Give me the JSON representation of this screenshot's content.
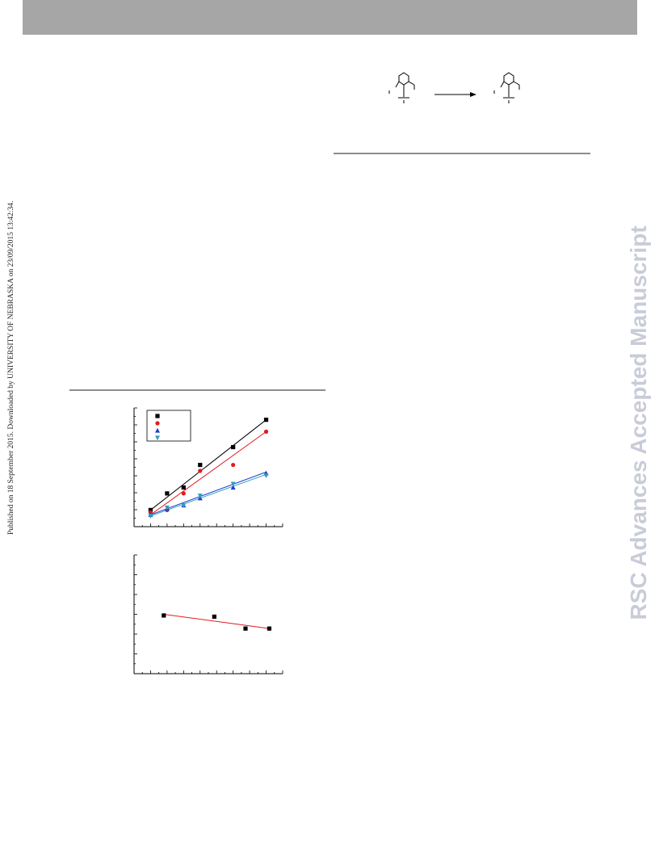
{
  "side_note": "Published on 18 September 2015. Downloaded by UNIVERSITY OF NEBRASKA on 23/09/2015 13:42:34.",
  "watermark": "RSC Advances Accepted Manuscript",
  "colors": {
    "header_bar": "#a6a6a6",
    "watermark": "#c9ccd8",
    "series_black": "#000000",
    "series_red": "#e41a1c",
    "series_blue": "#1f3fd1",
    "series_teal": "#2aa0b8",
    "fit_red": "#e41a1c",
    "fit_blue": "#1f3fd1"
  },
  "chart_data": [
    {
      "type": "scatter",
      "grid": false,
      "legend_position": "top-left",
      "xlim": [
        0,
        9
      ],
      "ylim": [
        0,
        10
      ],
      "series": [
        {
          "marker": "square",
          "color": "#000000",
          "x": [
            1,
            2,
            3,
            4,
            6,
            8
          ],
          "y": [
            1.4,
            2.8,
            3.3,
            5.2,
            6.7,
            9.0
          ],
          "fit": [
            [
              1,
              1.4
            ],
            [
              8,
              9.0
            ]
          ]
        },
        {
          "marker": "circle",
          "color": "#e41a1c",
          "x": [
            1,
            2,
            3,
            4,
            6,
            8
          ],
          "y": [
            1.2,
            1.4,
            2.8,
            4.7,
            5.2,
            8.0
          ],
          "fit": [
            [
              1,
              1.0
            ],
            [
              8,
              8.0
            ]
          ]
        },
        {
          "marker": "triangle-up",
          "color": "#1f3fd1",
          "x": [
            1,
            2,
            3,
            4,
            6,
            8
          ],
          "y": [
            1.0,
            1.5,
            1.8,
            2.4,
            3.3,
            4.5
          ],
          "fit": [
            [
              1,
              1.0
            ],
            [
              8,
              4.6
            ]
          ]
        },
        {
          "marker": "triangle-down",
          "color": "#2aa0b8",
          "x": [
            1,
            2,
            3,
            4,
            6,
            8
          ],
          "y": [
            0.9,
            1.6,
            1.8,
            2.6,
            3.6,
            4.3
          ],
          "fit": [
            [
              1,
              0.9
            ],
            [
              8,
              4.4
            ]
          ]
        }
      ]
    },
    {
      "type": "scatter",
      "grid": false,
      "xlim": [
        0,
        10
      ],
      "ylim": [
        0,
        10
      ],
      "series": [
        {
          "marker": "square",
          "color": "#000000",
          "x": [
            2,
            5.4,
            7.5,
            9.1
          ],
          "y": [
            4.9,
            4.8,
            3.8,
            3.8
          ],
          "fit": [
            [
              2,
              5.0
            ],
            [
              9.1,
              3.8
            ]
          ],
          "fit_color": "#e41a1c"
        }
      ]
    }
  ]
}
